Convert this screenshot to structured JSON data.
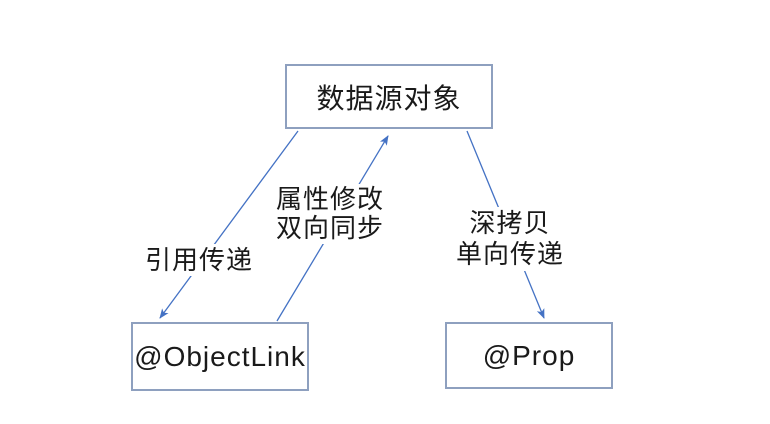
{
  "diagram": {
    "title": "state-decorator-data-flow",
    "colors": {
      "background": "#ffffff",
      "box_border": "#8ea0bf",
      "arrow": "#4472c4",
      "text": "#1a1a1a"
    },
    "nodes": {
      "source": {
        "label": "数据源对象"
      },
      "objectlink": {
        "label": "@ObjectLink"
      },
      "prop": {
        "label": "@Prop"
      }
    },
    "edges": {
      "reference": {
        "line1": "引用传递",
        "from": "数据源对象",
        "to": "@ObjectLink"
      },
      "sync": {
        "line1": "属性修改",
        "line2": "双向同步",
        "from": "@ObjectLink",
        "to": "数据源对象"
      },
      "deepcopy": {
        "line1": "深拷贝",
        "line2": "单向传递",
        "from": "数据源对象",
        "to": "@Prop"
      }
    }
  }
}
